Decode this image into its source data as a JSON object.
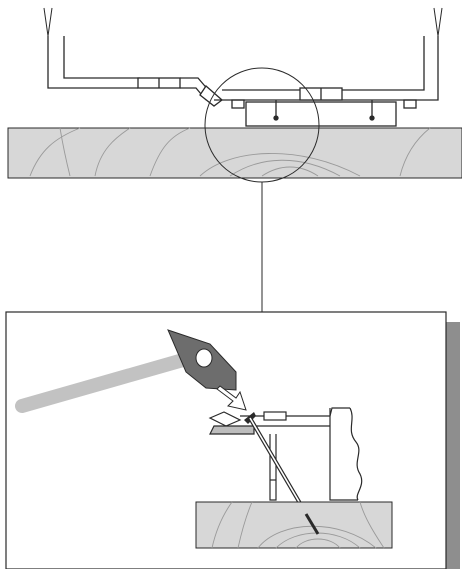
{
  "diagram": {
    "title": "",
    "colors": {
      "line": "#2a2a2a",
      "wood_fill": "#d7d7d7",
      "hammer": "#6d6d6d",
      "handle": "#c2c2c2",
      "shadow": "#8e8e8e",
      "panel": "#ffffff"
    },
    "elements": [
      "top-view-bracket",
      "wood-board",
      "detail-circle",
      "leader-line",
      "detail-panel",
      "hammer",
      "nail",
      "direction-arrow"
    ]
  }
}
